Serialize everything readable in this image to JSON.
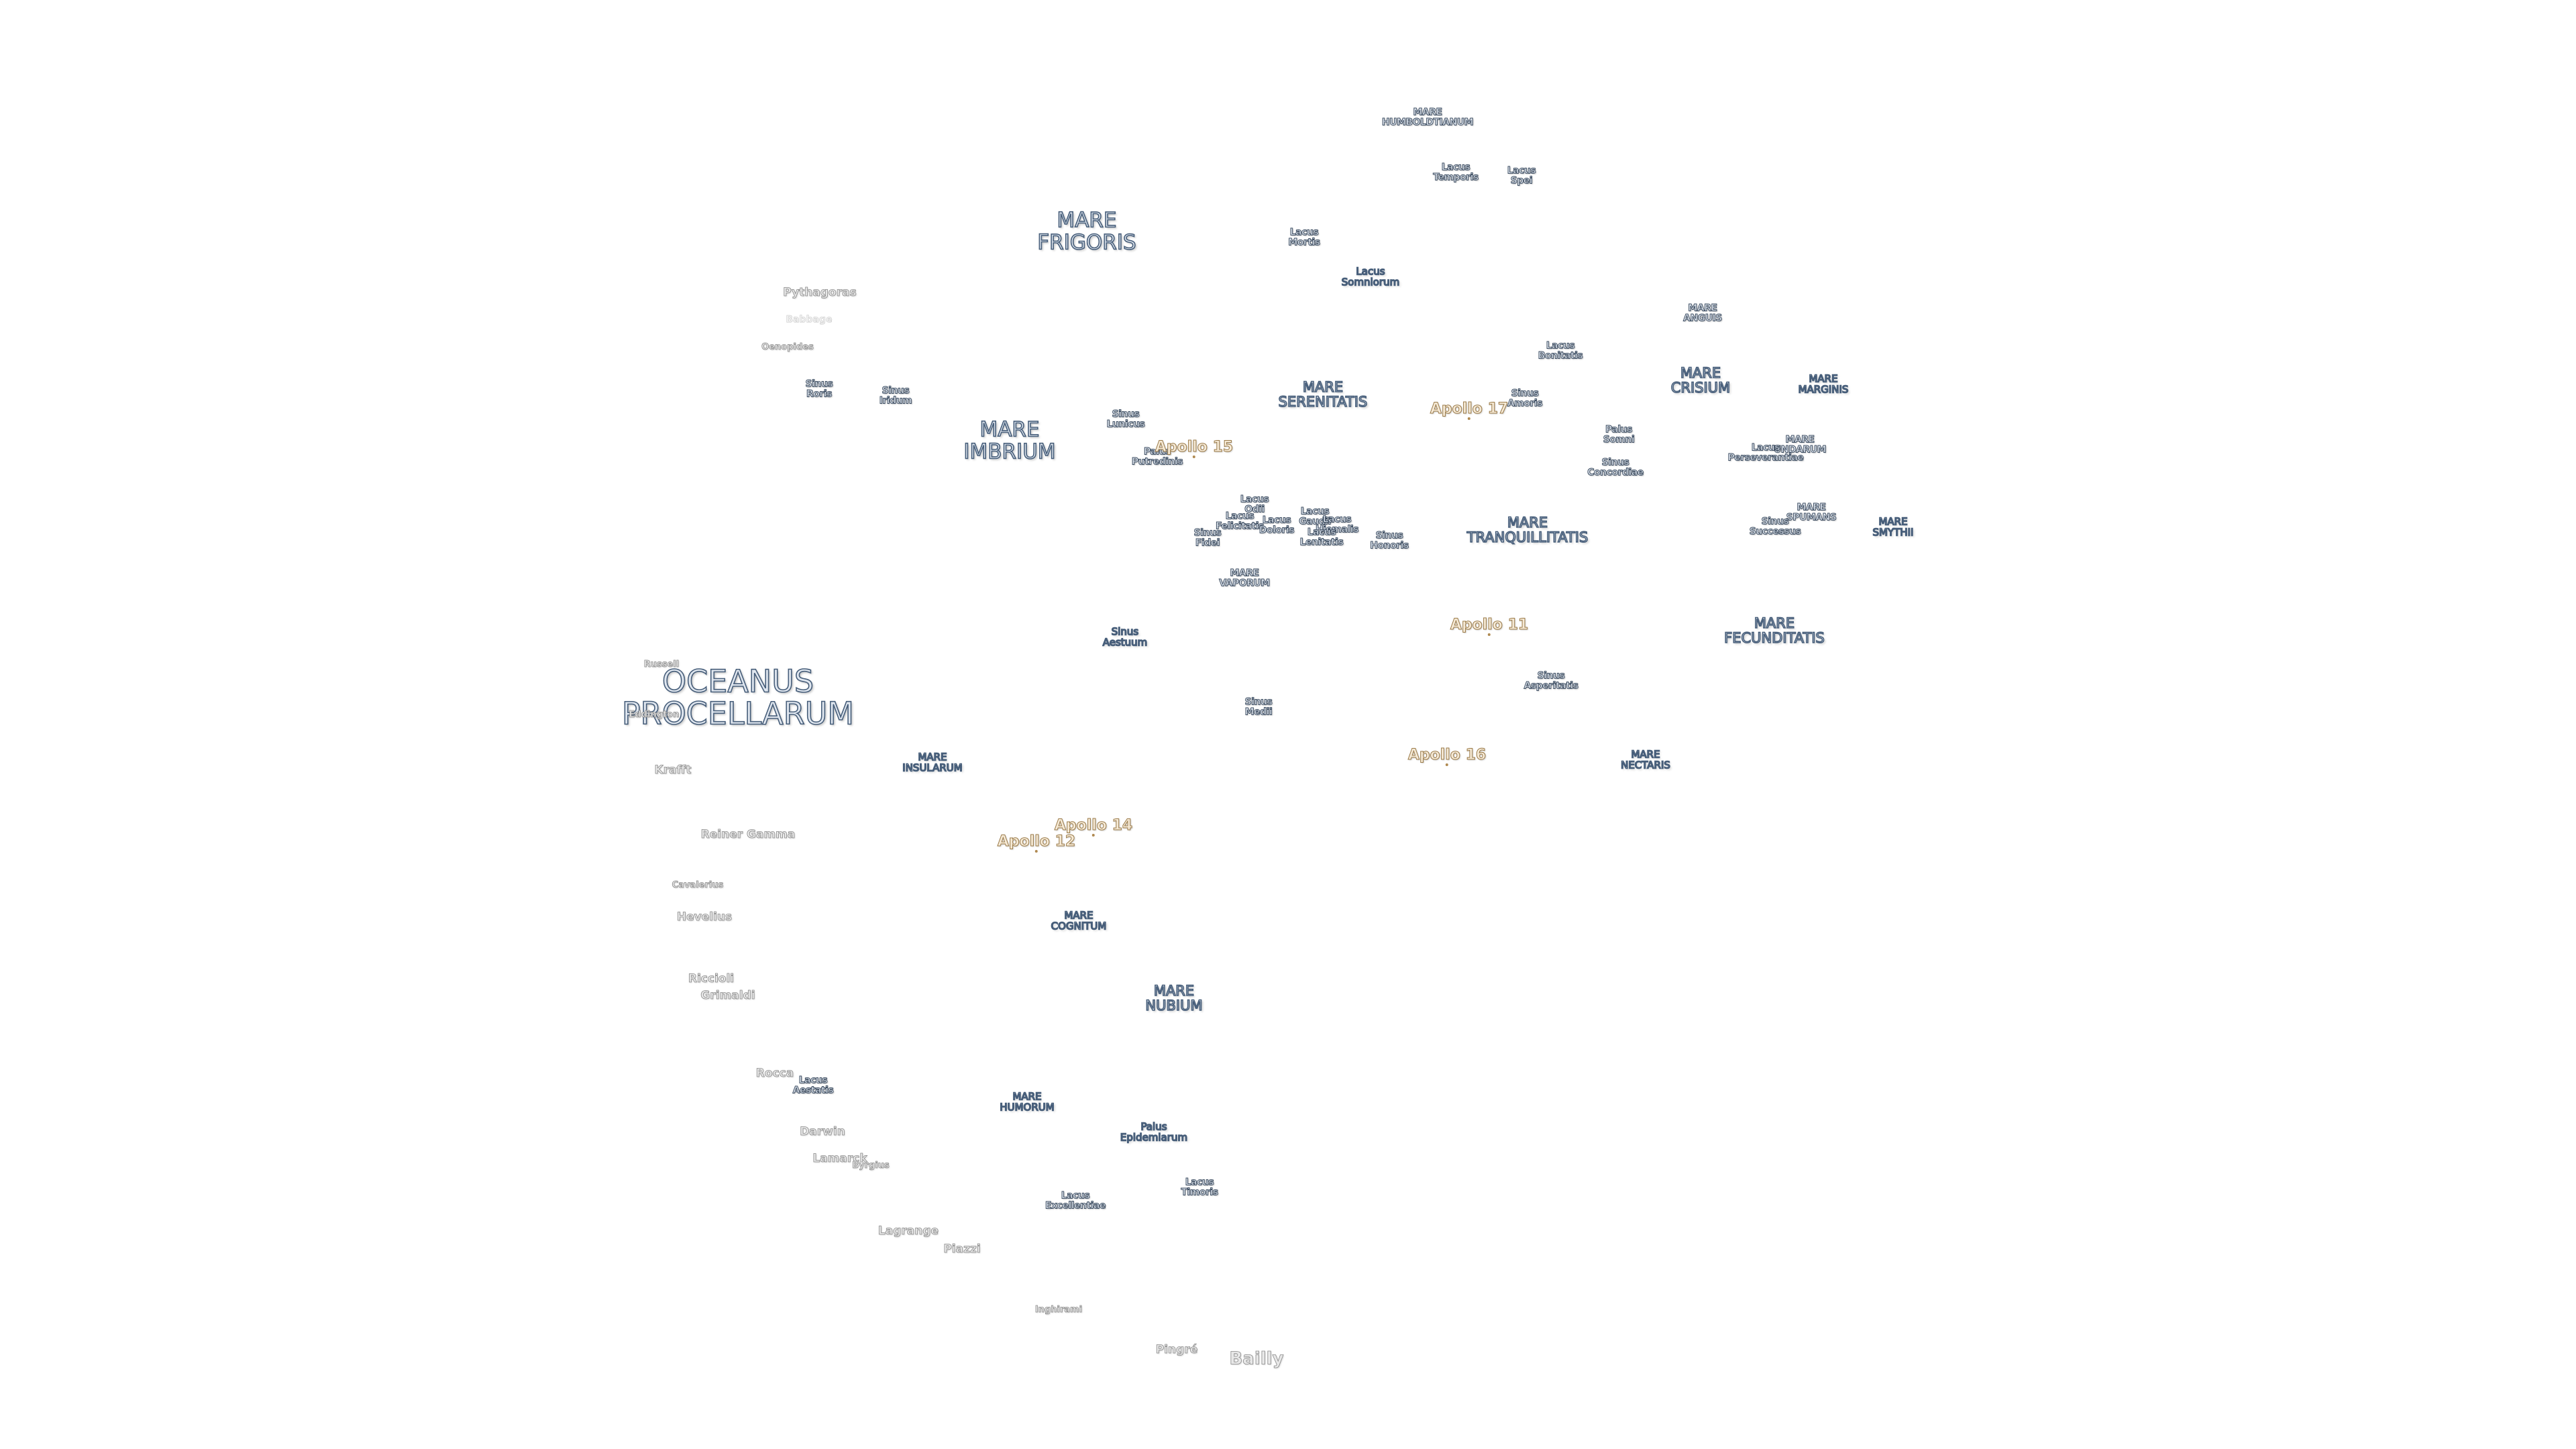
{
  "map": {
    "maria": {
      "oceanus_procellarum": "OCEANUS\nPROCELLARUM",
      "mare_frigoris": "MARE\nFRIGORIS",
      "mare_imbrium": "MARE\nIMBRIUM",
      "mare_serenitatis": "MARE\nSERENITATIS",
      "mare_tranquillitatis": "MARE\nTRANQUILLITATIS",
      "mare_crisium": "MARE\nCRISIUM",
      "mare_marginis": "MARE\nMARGINIS",
      "mare_smythii": "MARE\nSMYTHII",
      "mare_fecunditatis": "MARE\nFECUNDITATIS",
      "mare_nectaris": "MARE\nNECTARIS",
      "mare_nubium": "MARE\nNUBIUM",
      "mare_insularum": "MARE\nINSULARUM",
      "mare_cognitum": "MARE\nCOGNITUM",
      "mare_humorum": "MARE\nHUMORUM",
      "mare_vaporum": "MARE\nVAPORUM",
      "mare_humboldtianum": "MARE\nHUMBOLDTIANUM",
      "mare_anguis": "MARE\nANGUIS",
      "mare_undarum": "MARE\nUNDARUM",
      "mare_spumans": "MARE\nSPUMANS"
    },
    "lakes_bays_marshes": {
      "lacus_somniorum": "Lacus\nSomniorum",
      "lacus_temporis": "Lacus\nTemporis",
      "lacus_spei": "Lacus\nSpei",
      "lacus_mortis": "Lacus\nMortis",
      "lacus_bonitatis": "Lacus\nBonitatis",
      "sinus_amoris": "Sinus\nAmoris",
      "palus_somni": "Palus\nSomni",
      "sinus_concordiae": "Sinus\nConcordiae",
      "lacus_perseverantiae": "Lacus\nPerseverantiae",
      "sinus_successus": "Sinus\nSuccessus",
      "sinus_roris": "Sinus\nRoris",
      "sinus_iridum": "Sinus\nIridum",
      "sinus_lunicus": "Sinus\nLunicus",
      "palus_putredinis": "Palus\nPutredinis",
      "lacus_odii": "Lacus\nOdii",
      "lacus_felicitatis": "Lacus\nFelicitatis",
      "lacus_doloris": "Lacus\nDoloris",
      "sinus_fidei": "Sinus\nFidei",
      "lacus_gaudii": "Lacus\nGaudii",
      "lacus_hiemalis": "Lacus\nHiemalis",
      "lacus_lenitatis": "Lacus\nLenitatis",
      "sinus_honoris": "Sinus\nHonoris",
      "sinus_aestuum": "Sinus\nAestuum",
      "sinus_medii": "Sinus\nMedii",
      "sinus_asperitatis": "Sinus\nAsperitatis",
      "palus_epidemiarum": "Palus\nEpidemiarum",
      "lacus_timoris": "Lacus\nTimoris",
      "lacus_excellentiae": "Lacus\nExcellentiae",
      "lacus_aestatis": "Lacus\nAestatis"
    },
    "apollo_sites": {
      "apollo_11": "Apollo 11",
      "apollo_12": "Apollo 12",
      "apollo_14": "Apollo 14",
      "apollo_15": "Apollo 15",
      "apollo_16": "Apollo 16",
      "apollo_17": "Apollo 17"
    },
    "craters": {
      "pythagoras": "Pythagoras",
      "babbage": "Babbage",
      "oenopides": "Oenopides",
      "russell": "Russell",
      "eddington": "Eddington",
      "krafft": "Krafft",
      "reiner_gamma": "Reiner Gamma",
      "cavalerius": "Cavalerius",
      "hevelius": "Hevelius",
      "riccioli": "Riccioli",
      "grimaldi": "Grimaldi",
      "rocca": "Rocca",
      "darwin": "Darwin",
      "lamarck": "Lamarck",
      "byrgius": "Byrgius",
      "lagrange": "Lagrange",
      "piazzi": "Piazzi",
      "inghirami": "Inghirami",
      "bailly": "Bailly",
      "pingre": "Pingré"
    }
  }
}
